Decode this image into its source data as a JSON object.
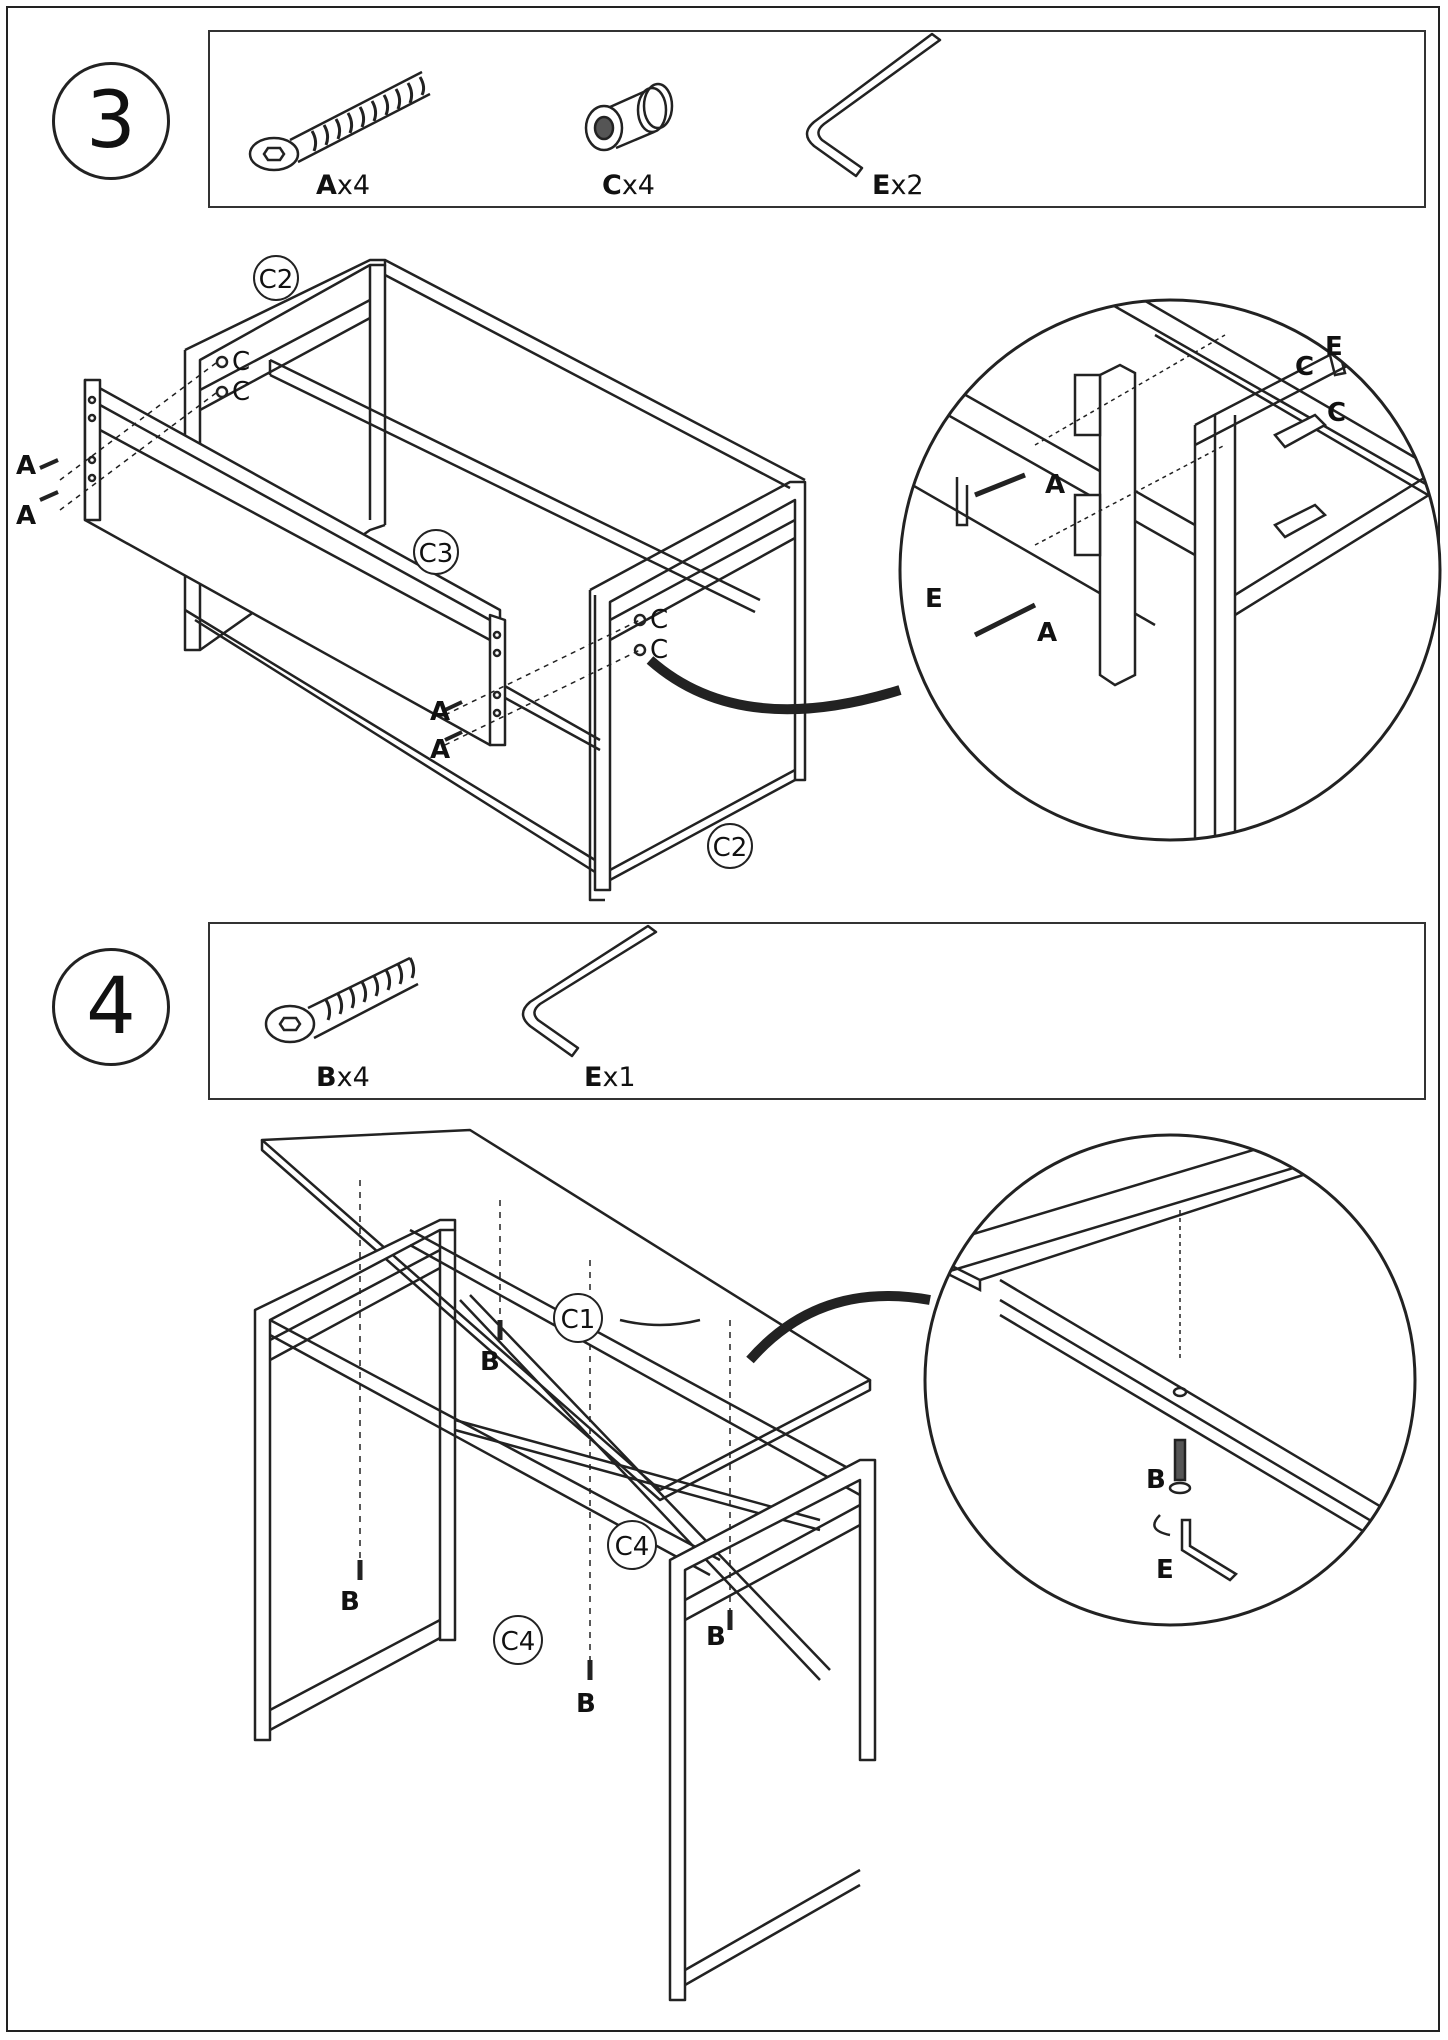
{
  "step3": {
    "number": "3",
    "parts": [
      {
        "letter": "A",
        "qty": "x4",
        "icon": "screw-icon"
      },
      {
        "letter": "C",
        "qty": "x4",
        "icon": "barrel-nut-icon"
      },
      {
        "letter": "E",
        "qty": "x2",
        "icon": "allen-key-icon"
      }
    ],
    "callouts": {
      "c2": "C2",
      "c3": "C3",
      "c": "C",
      "a": "A",
      "e": "E"
    }
  },
  "step4": {
    "number": "4",
    "parts": [
      {
        "letter": "B",
        "qty": "x4",
        "icon": "screw-icon"
      },
      {
        "letter": "E",
        "qty": "x1",
        "icon": "allen-key-icon"
      }
    ],
    "callouts": {
      "c1": "C1",
      "c4": "C4",
      "b": "B",
      "e": "E"
    }
  }
}
